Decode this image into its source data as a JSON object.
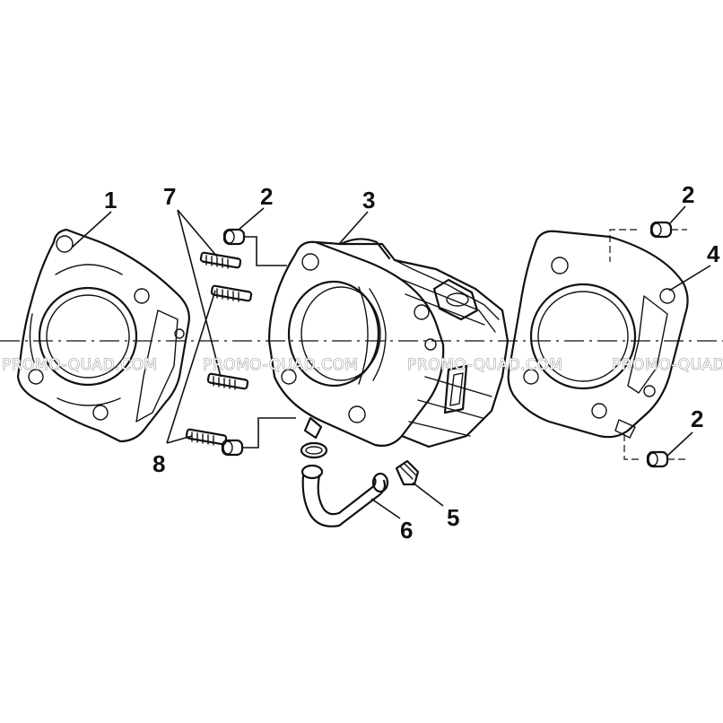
{
  "diagram": {
    "callouts": [
      "1",
      "7",
      "2",
      "3",
      "2",
      "4",
      "8",
      "5",
      "6",
      "2"
    ],
    "watermark": "PROMO-QUAD.COM"
  },
  "colors": {
    "line": "#111111",
    "background": "#ffffff",
    "watermark_outline": "#6f6f6f"
  }
}
